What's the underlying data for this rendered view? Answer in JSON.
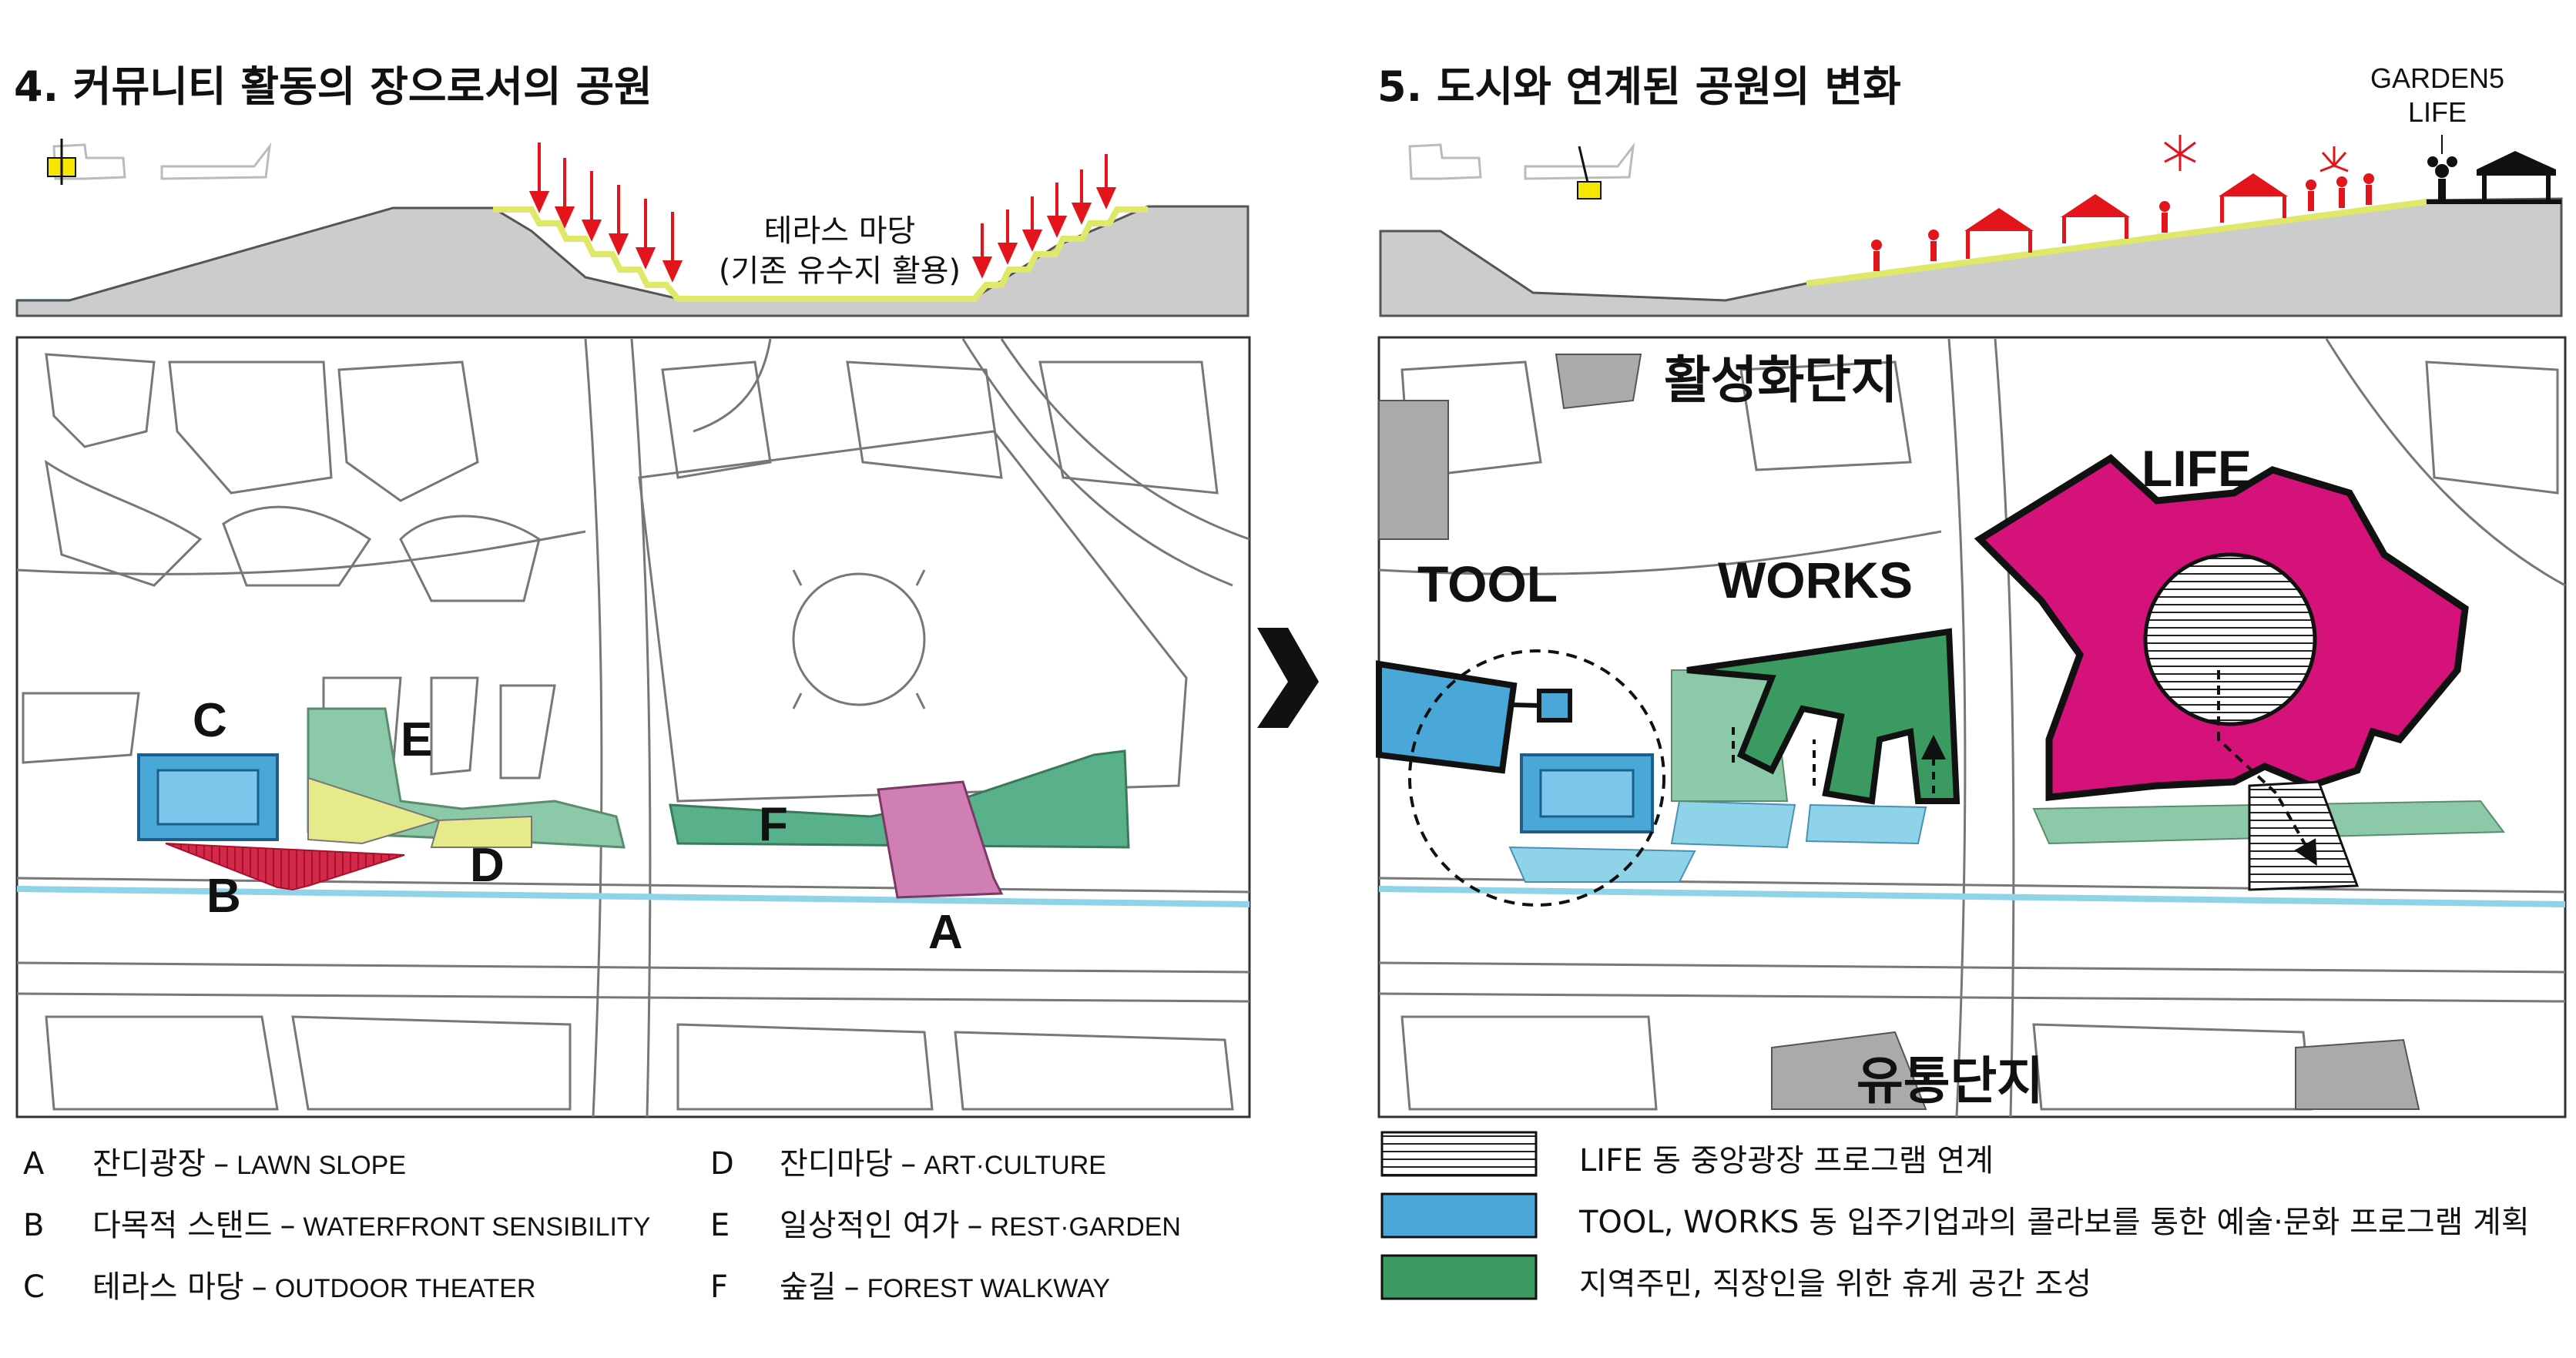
{
  "left_panel": {
    "title": "4. 커뮤니티 활동의 장으로서의 공원",
    "section_label_line1": "테라스 마당",
    "section_label_line2": "(기존 유수지 활용)",
    "map_labels": {
      "A": "A",
      "B": "B",
      "C": "C",
      "D": "D",
      "E": "E",
      "F": "F"
    },
    "legend": [
      {
        "key": "A",
        "ko": "잔디광장",
        "en": "LAWN SLOPE"
      },
      {
        "key": "B",
        "ko": "다목적 스탠드",
        "en": "WATERFRONT SENSIBILITY"
      },
      {
        "key": "C",
        "ko": "테라스 마당",
        "en": "OUTDOOR THEATER"
      },
      {
        "key": "D",
        "ko": "잔디마당",
        "en": "ART·CULTURE"
      },
      {
        "key": "E",
        "ko": "일상적인 여가",
        "en": "REST·GARDEN"
      },
      {
        "key": "F",
        "ko": "숲길",
        "en": "FOREST WALKWAY"
      }
    ],
    "legend_dash": "–"
  },
  "right_panel": {
    "title": "5. 도시와 연계된 공원의 변화",
    "garden5_line1": "GARDEN5",
    "garden5_line2": "LIFE",
    "map_labels": {
      "north": "활성화단지",
      "south": "유통단지",
      "tool": "TOOL",
      "works": "WORKS",
      "life": "LIFE"
    },
    "legend": [
      {
        "pattern": "hatch",
        "text": "LIFE 동 중앙광장 프로그램 연계"
      },
      {
        "pattern": "blue",
        "text": "TOOL, WORKS 동 입주기업과의 콜라보를 통한 예술·문화 프로그램 계획"
      },
      {
        "pattern": "green",
        "text": "지역주민, 직장인을 위한 휴게 공간 조성"
      }
    ]
  },
  "colors": {
    "red_arrow": "#e3141b",
    "yellow_marker": "#f7e600",
    "terrain": "#cccccc",
    "green": "#58b18a",
    "green_light": "#8cc9a8",
    "dark_green": "#3a9a62",
    "blue": "#4aa8d8",
    "magenta": "#d4127a",
    "pink": "#cf7fb4",
    "crimson": "#d42a4a",
    "lime": "#e6ea8a",
    "water": "#8fd3e8"
  },
  "icons": [
    "arrow-right-icon",
    "tent-icon",
    "firework-icon",
    "person-icon",
    "pavilion-icon"
  ]
}
